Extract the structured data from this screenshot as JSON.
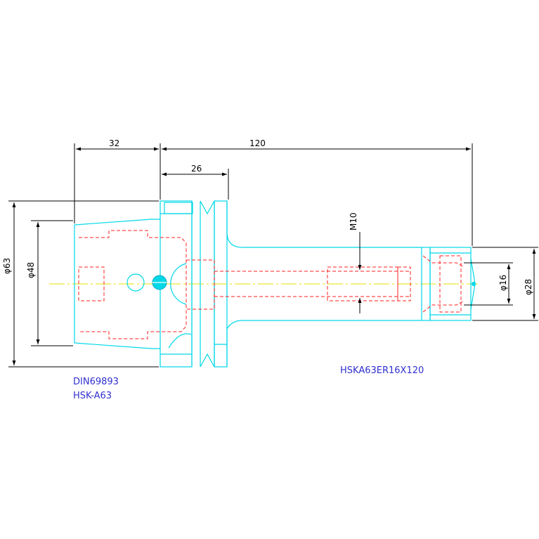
{
  "dimensions": {
    "len_32": "32",
    "len_120": "120",
    "len_26": "26",
    "dia_63": "φ63",
    "dia_48": "φ48",
    "thread_m10": "M10",
    "dia_16": "φ16",
    "dia_28": "φ28"
  },
  "notes": {
    "standard": "DIN69893",
    "interface": "HSK-A63",
    "part_number": "HSKA63ER16X120"
  },
  "colors": {
    "outline": "#00d8e8",
    "hidden": "#ff2020",
    "dimension": "#000000",
    "centerline": "#e8e000",
    "note_text": "#3030d0"
  }
}
